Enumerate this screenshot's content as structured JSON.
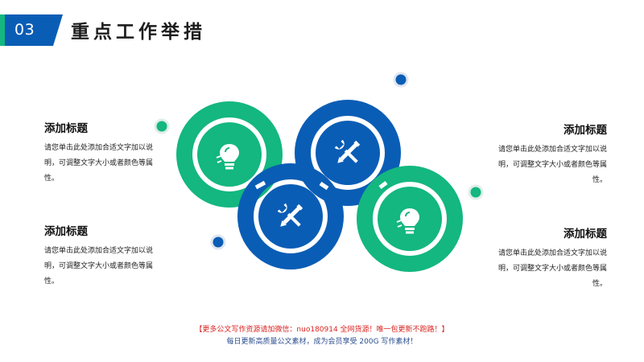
{
  "header": {
    "number": "03",
    "title": "重点工作举措"
  },
  "items": [
    {
      "title": "添加标题",
      "desc": "请您单击此处添加合适文字加以说明，可调整文字大小或者颜色等属性。"
    },
    {
      "title": "添加标题",
      "desc": "请您单击此处添加合适文字加以说明，可调整文字大小或者颜色等属性。"
    },
    {
      "title": "添加标题",
      "desc": "请您单击此处添加合适文字加以说明，可调整文字大小或者颜色等属性。"
    },
    {
      "title": "添加标题",
      "desc": "请您单击此处添加合适文字加以说明，可调整文字大小或者颜色等属性。"
    }
  ],
  "icons": [
    "lightbulb-icon",
    "tools-icon",
    "tools-icon",
    "lightbulb-icon"
  ],
  "colors": {
    "green": "#13b77f",
    "blue": "#0a5db5",
    "dark_blue": "#0a4ea3"
  },
  "footer": {
    "line1": "【更多公文写作资源请加微信：nuo180914 全网货源！唯一包更新不跑路！】",
    "line2": "每日更新高质量公文素材，成为会员享受 200G 写作素材！"
  }
}
